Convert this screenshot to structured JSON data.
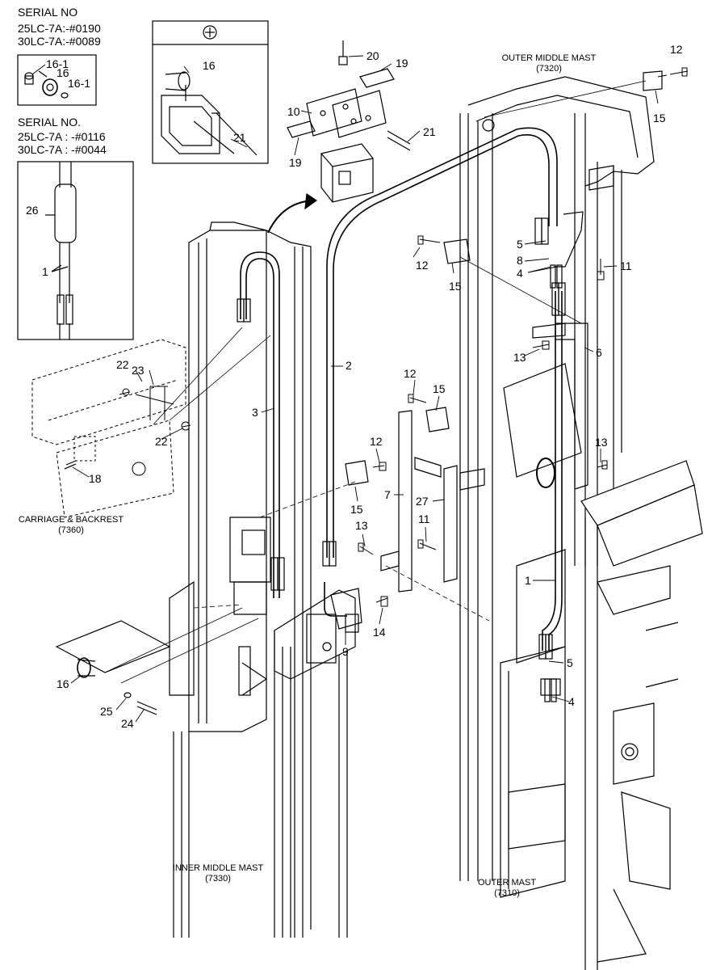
{
  "serials": {
    "heading1": "SERIAL NO",
    "line1a": "25LC-7A:-#0190",
    "line1b": "30LC-7A:-#0089",
    "heading2": "SERIAL NO.",
    "line2a": "25LC-7A : -#0116",
    "line2b": "30LC-7A : -#0044"
  },
  "section_titles": {
    "outer_middle_mast": "OUTER MIDDLE MAST",
    "outer_middle_mast_code": "(7320)",
    "carriage_backrest": "CARRIAGE & BACKREST",
    "carriage_backrest_code": "(7360)",
    "inner_middle_mast": "INNER MIDDLE MAST",
    "inner_middle_mast_code": "(7330)",
    "outer_mast": "OUTER MAST",
    "outer_mast_code": "(7310)"
  },
  "callouts": {
    "c16_1a": "16-1",
    "c16a": "16",
    "c16_1b": "16-1",
    "c26": "26",
    "c1a": "1",
    "c16b": "16",
    "c21a": "21",
    "c20": "20",
    "c19a": "19",
    "c10": "10",
    "c19b": "19",
    "c21b": "21",
    "c12a": "12",
    "c15a": "15",
    "c5a": "5",
    "c8": "8",
    "c4a": "4",
    "c11a": "11",
    "c12b": "12",
    "c15b": "15",
    "c13a": "13",
    "c6": "6",
    "c2": "2",
    "c3": "3",
    "c22a": "22",
    "c23": "23",
    "c22b": "22",
    "c18": "18",
    "c12c": "12",
    "c15c": "15",
    "c12d": "12",
    "c15d": "15",
    "c7": "7",
    "c27": "27",
    "c11b": "11",
    "c13b": "13",
    "c13c": "13",
    "c1b": "1",
    "c14": "14",
    "c9": "9",
    "c5b": "5",
    "c4b": "4",
    "c16c": "16",
    "c25": "25",
    "c24": "24"
  }
}
